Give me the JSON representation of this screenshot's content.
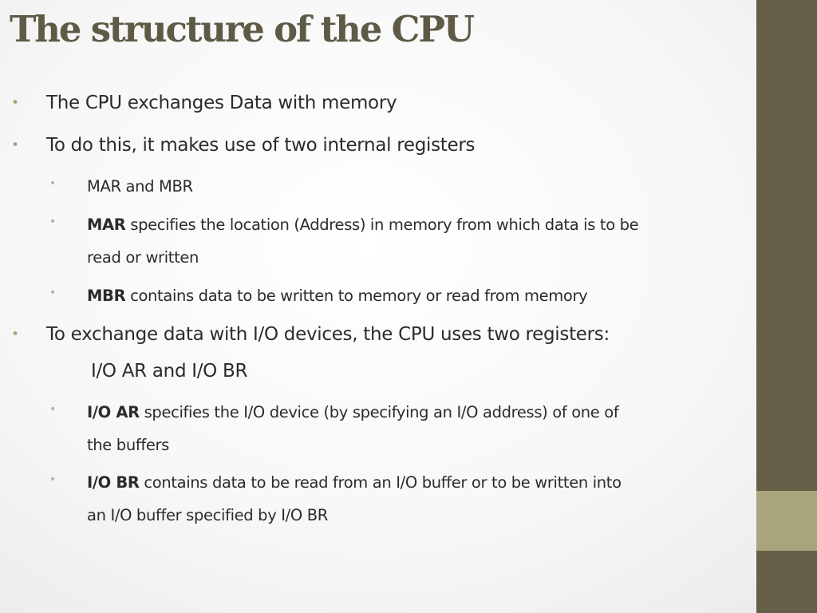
{
  "slide": {
    "title": "The structure of the CPU",
    "bullets": {
      "b1": "The CPU exchanges Data with memory",
      "b2": "To do this, it makes use of two internal registers",
      "b2_1": "MAR and MBR",
      "b2_2_term": "MAR",
      "b2_2_text_line1": " specifies the location (Address) in memory from which data is to be",
      "b2_2_text_line2": "read or written",
      "b2_3_term": "MBR",
      "b2_3_text": " contains data to be written to memory or read from memory",
      "b3_line1": "To exchange data with I/O devices, the CPU uses two registers:",
      "b3_line2": "I/O AR and I/O BR",
      "b3_1_term": "I/O AR",
      "b3_1_text_line1": " specifies the I/O device (by specifying an I/O address) of one of",
      "b3_1_text_line2": "the buffers",
      "b3_2_term": "I/O BR",
      "b3_2_text_line1": " contains data to be read from an I/O buffer or to be written into",
      "b3_2_text_line2": "an I/O buffer specified by I/O BR"
    }
  },
  "colors": {
    "title": "#5e5a46",
    "side_bar": "#665f48",
    "side_accent": "#a8a47c",
    "bullet_level1": "#a8a47c",
    "bullet_level2": "#9fb3c8",
    "body_text": "#2b2b2b"
  }
}
